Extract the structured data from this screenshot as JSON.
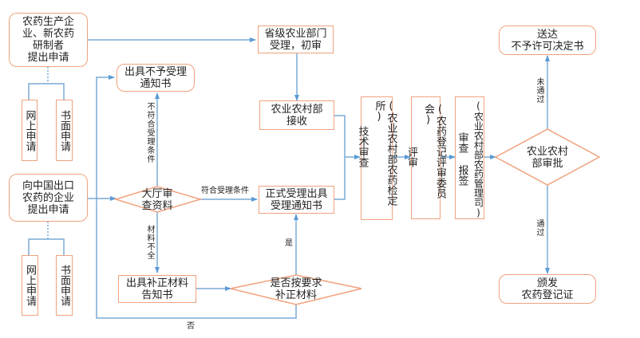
{
  "nodes": {
    "producer_applicant": "农药生产企\n业、新农药\n研制者\n提出申请",
    "producer_online": "网上申请",
    "producer_paper": "书面申请",
    "exporter_applicant": "向中国出口\n农药的企业\n提出申请",
    "exporter_online": "网上申请",
    "exporter_paper": "书面申请",
    "reject_notice": "出具不予受理\n通知书",
    "hall_review": "大厅审\n查资料",
    "supplement_notice": "出具补正材料\n告知书",
    "supplement_check": "是否按要求\n补正材料",
    "provincial": "省级农业部门\n受理，初审",
    "ministry_receive": "农业农村部\n接收",
    "formal_accept": "正式受理出具\n受理通知书",
    "tech_review_main": "技术审查",
    "tech_review_org": "(农业农村部农药检定所)",
    "evaluation_main": "评审",
    "evaluation_org": "(农药登记评审委员会)",
    "report_main": "审查 报签",
    "report_org": "(农业农村部农药管理司)",
    "ministry_approval": "农业农村\n部审批",
    "deliver_rejection": "送达\n不予许可决定书",
    "issue_certificate": "颁发\n农药登记证"
  },
  "edge_labels": {
    "not_meet": "不符合受理条件",
    "meet": "符合受理条件",
    "incomplete": "材料不全",
    "yes": "是",
    "no": "否",
    "not_passed": "未通过",
    "passed": "通过"
  },
  "colors": {
    "node_border": "#f0a27e",
    "edge": "#7aaad6"
  }
}
